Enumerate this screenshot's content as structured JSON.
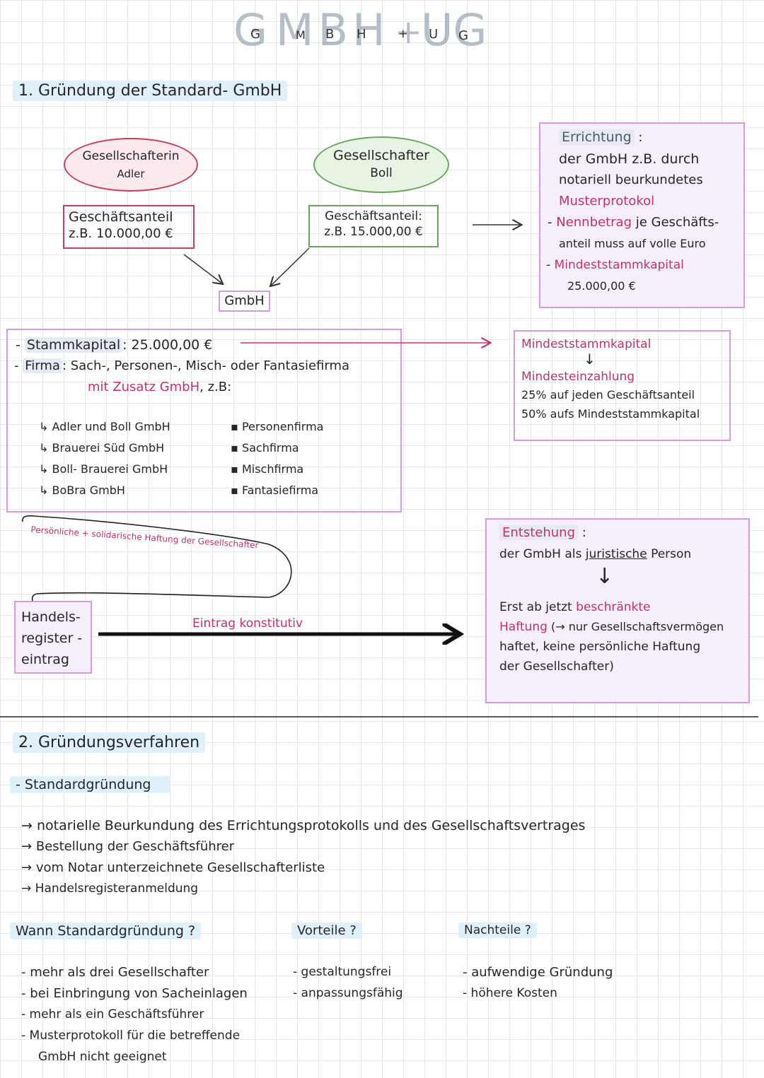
{
  "title": {
    "big_g": "G",
    "big_mbh": "MBH",
    "plus": "+",
    "big_ug": "UG",
    "small_g": "G",
    "small_m": "M",
    "small_b": "B",
    "small_h": "H",
    "small_plus": "+",
    "small_u": "U",
    "small_g2": "G"
  },
  "section1": {
    "heading": "1. Gründung der Standard- GmbH",
    "shareholder_a": {
      "line1": "Gesellschafterin",
      "line2": "Adler"
    },
    "shareholder_b": {
      "line1": "Gesellschafter",
      "line2": "Boll"
    },
    "share_a": {
      "line1": "Geschäftsanteil",
      "line2": "z.B.  10.000,00 €"
    },
    "share_b": {
      "line1": "Geschäftsanteil:",
      "line2": "z.B.  15.000,00 €"
    },
    "gmbh_label": "GmbH",
    "errichtung": {
      "title": "Errichtung",
      "colon": ":",
      "line1": "der GmbH z.B. durch",
      "line2": "notariell beurkundetes",
      "line3": "Musterprotokol",
      "bullet1_term": "Nennbetrag",
      "bullet1_rest": "je Geschäfts-",
      "bullet1_cont": "anteil muss auf volle Euro",
      "bullet2": "Mindeststammkapital",
      "bullet2_value": "25.000,00 €"
    },
    "firma_box": {
      "stammkapital_label": "Stammkapital",
      "stammkapital_value": ": 25.000,00 €",
      "firma_label": "Firma",
      "firma_rest": ": Sach-, Personen-, Misch- oder Fantasiefirma",
      "zusatz_pink": "mit Zusatz GmbH",
      "zusatz_rest": ", z.B:",
      "examples": [
        "Adler und Boll GmbH",
        "Brauerei Süd GmbH",
        "Boll- Brauerei GmbH",
        "BoBra GmbH"
      ],
      "types": [
        "Personenfirma",
        "Sachfirma",
        "Mischfirma",
        "Fantasiefirma"
      ]
    },
    "mindest_box": {
      "title": "Mindeststammkapital",
      "arrow": "↓",
      "sub": "Mindesteinzahlung",
      "line1": "25% auf jeden Geschäftsanteil",
      "line2": "50% aufs Mindeststammkapital"
    },
    "haftung_curve_text": "Persönliche + solidarische Haftung der Gesellschafter",
    "handelsregister": {
      "line1": "Handels-",
      "line2": "register -",
      "line3": "eintrag"
    },
    "eintrag_label": "Eintrag konstitutiv",
    "entstehung": {
      "title": "Entstehung",
      "colon": ":",
      "line1_pre": "der GmbH als",
      "line1_u": "juristische",
      "line1_post": "Person",
      "arrow": "↓",
      "line2_pre": "Erst ab jetzt",
      "line2_pink": "beschränkte",
      "line3_pink": "Haftung",
      "line3_rest": "(→ nur Gesellschaftsvermögen",
      "line4": "haftet, keine persönliche Haftung",
      "line5": "der Gesellschafter)"
    }
  },
  "section2": {
    "heading": "2. Gründungsverfahren",
    "sub": "- Standardgründung",
    "steps": [
      "notarielle Beurkundung des Errichtungsprotokolls und des Gesellschaftsvertrages",
      "Bestellung der Geschäftsführer",
      "vom Notar unterzeichnete Gesellschafterliste",
      "Handelsregisteranmeldung"
    ],
    "wann": {
      "heading": "Wann Standardgründung ?",
      "items": [
        "mehr als drei Gesellschafter",
        "bei Einbringung von Sacheinlagen",
        "mehr als ein Geschäftsführer",
        "Musterprotokoll für die betreffende"
      ],
      "item4_cont": "GmbH nicht geeignet"
    },
    "vorteile": {
      "heading": "Vorteile ?",
      "items": [
        "gestaltungsfrei",
        "anpassungsfähig"
      ]
    },
    "nachteile": {
      "heading": "Nachteile ?",
      "items": [
        "aufwendige Gründung",
        "höhere Kosten"
      ]
    }
  },
  "colors": {
    "pink": "#c2306f",
    "purple_border": "#d59be0",
    "purple_fill": "#f6eefb",
    "red": "#c6405f",
    "green": "#69a65c",
    "title_blue": "#4d5a69"
  }
}
